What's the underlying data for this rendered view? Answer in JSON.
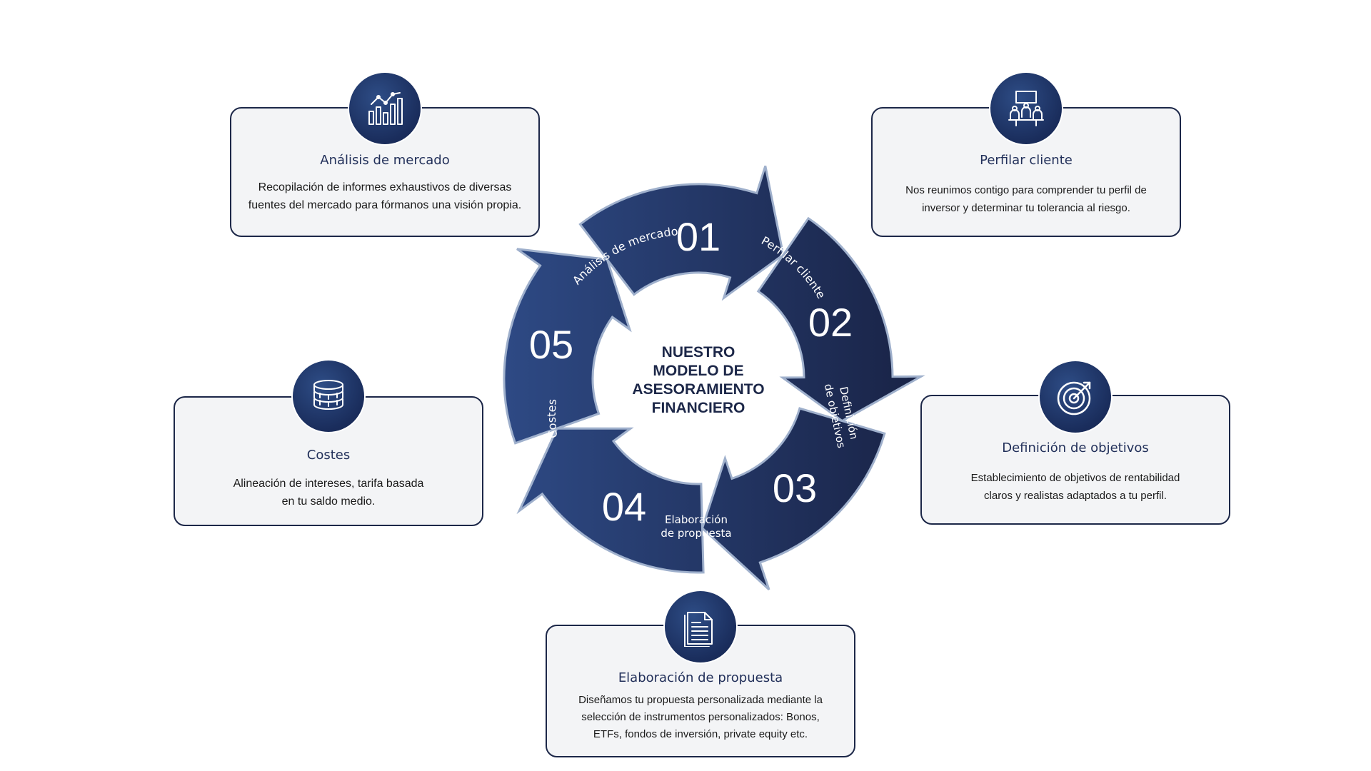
{
  "center": {
    "line1": "NUESTRO",
    "line2": "MODELO DE",
    "line3": "ASESORAMIENTO",
    "line4": "FINANCIERO"
  },
  "steps": [
    {
      "number": "01",
      "arrow_label": "Análisis de mercado",
      "icon": "bar-chart-trend-icon"
    },
    {
      "number": "02",
      "arrow_label": "Perfilar cliente",
      "icon": "meeting-presentation-icon"
    },
    {
      "number": "03",
      "arrow_label_line1": "Definición",
      "arrow_label_line2": "de objetivos",
      "icon": "target-icon"
    },
    {
      "number": "04",
      "arrow_label_line1": "Elaboración",
      "arrow_label_line2": "de propuesta",
      "icon": "document-icon"
    },
    {
      "number": "05",
      "arrow_label": "Costes",
      "icon": "coins-icon"
    }
  ],
  "cards": {
    "analisis": {
      "title": "Análisis de mercado",
      "desc1": "Recopilación de informes exhaustivos de diversas",
      "desc2": "fuentes del mercado para fórmanos una visión propia."
    },
    "perfilar": {
      "title": "Perfilar cliente",
      "desc1": "Nos reunimos contigo  para comprender tu perfil de",
      "desc2": "inversor y determinar tu tolerancia al riesgo."
    },
    "costes": {
      "title": "Costes",
      "desc1": "Alineación de intereses, tarifa basada",
      "desc2": "en tu saldo medio."
    },
    "definicion": {
      "title": "Definición de objetivos",
      "desc1": "Establecimiento de objetivos de rentabilidad",
      "desc2": "claros y realistas adaptados a tu perfil."
    },
    "elaboracion": {
      "title": "Elaboración de propuesta",
      "desc1": "Diseñamos tu propuesta personalizada mediante la",
      "desc2": "selección de instrumentos  personalizados: Bonos,",
      "desc3": "ETFs, fondos de inversión, private equity etc."
    }
  },
  "colors": {
    "navy_dark": "#1c2748",
    "navy_light": "#2b4479",
    "card_bg": "#f3f4f6",
    "arrow_outline": "#9fb0cc"
  }
}
